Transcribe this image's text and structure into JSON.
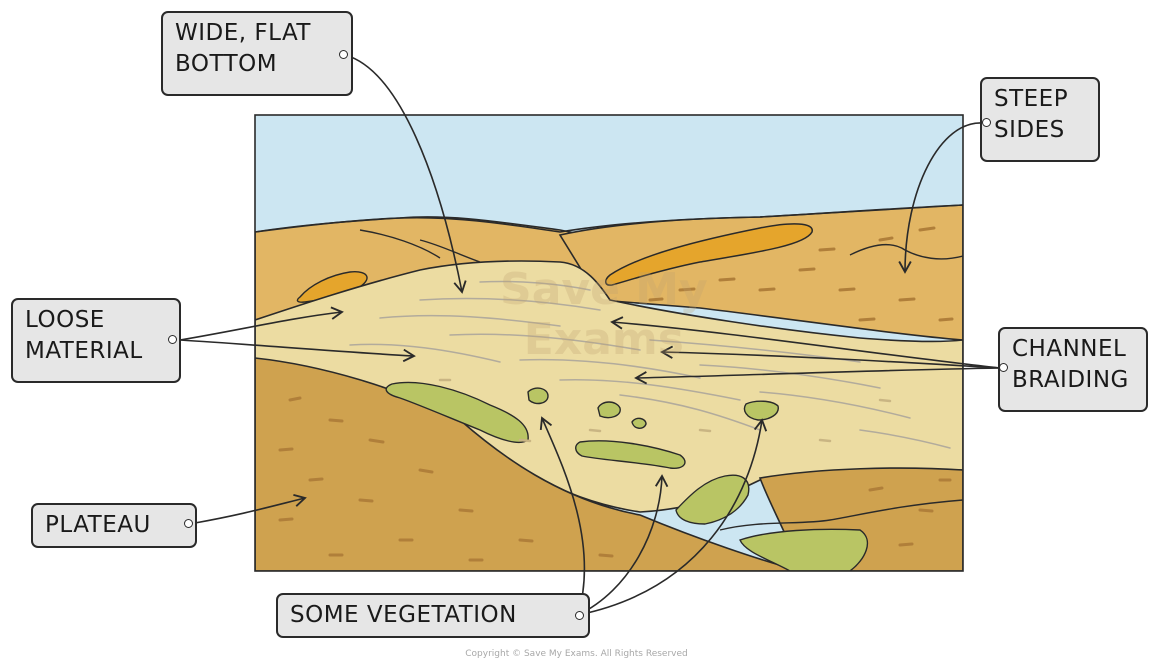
{
  "labels": {
    "wide_flat_bottom": [
      "WIDE, FLAT",
      "BOTTOM"
    ],
    "steep_sides": [
      "STEEP",
      "SIDES"
    ],
    "loose_material": [
      "LOOSE",
      "MATERIAL"
    ],
    "channel_braiding": [
      "CHANNEL",
      "BRAIDING"
    ],
    "plateau": "PLATEAU",
    "some_vegetation": "SOME VEGETATION"
  },
  "watermark": [
    "Save My",
    "Exams"
  ],
  "copyright": "Copyright © Save My Exams. All Rights Reserved",
  "colors": {
    "sky": "#cce6f2",
    "plateau": "#cfa24f",
    "far_land": "#e2b664",
    "orange_ridge": "#e5a52c",
    "valley_floor": "#ecdca2",
    "vegetation": "#b9c564",
    "outline": "#2a2a2a",
    "label_fill": "#e6e6e6"
  }
}
